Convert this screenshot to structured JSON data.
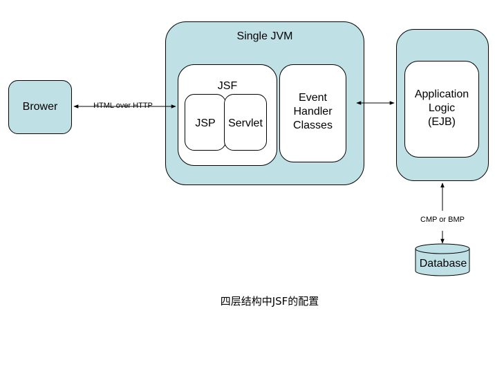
{
  "diagram": {
    "browser_label": "Brower",
    "browser_link_label": "HTML over HTTP",
    "jvm_label": "Single JVM",
    "jsf_label": "JSF",
    "jsp_label": "JSP",
    "servlet_label": "Servlet",
    "event_handler_label": "Event\nHandler\nClasses",
    "app_logic_label": "Application\nLogic\n(EJB)",
    "db_link_label": "CMP or BMP",
    "database_label": "Database"
  },
  "caption": "四层结构中JSF的配置",
  "colors": {
    "container_fill": "#bfe1e6",
    "inner_fill": "#ffffff",
    "stroke": "#000000"
  }
}
